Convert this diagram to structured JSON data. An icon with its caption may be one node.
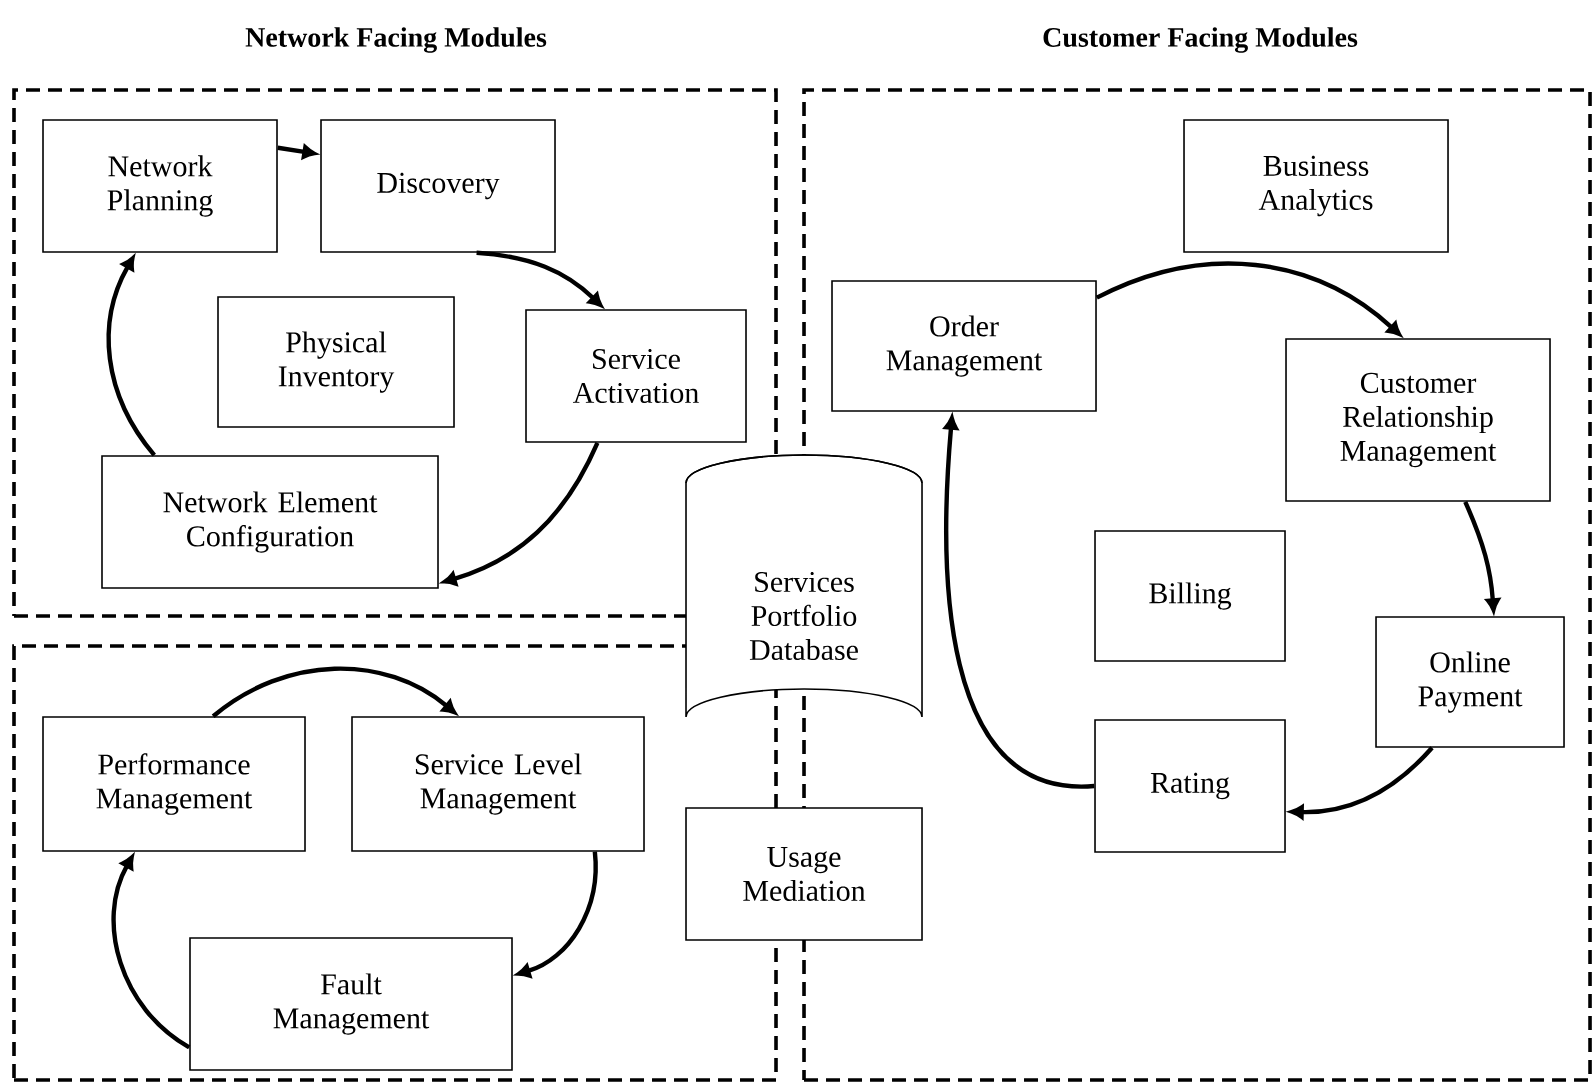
{
  "diagram": {
    "nodes": [
      {
        "text": [
          "Network Facing Modules"
        ]
      },
      {
        "text": [
          "Network Planning"
        ],
        "in": 0
      },
      {
        "text": [
          "Discovery"
        ],
        "in": 0
      },
      {
        "text": [
          "Physical Inventory"
        ],
        "in": 0
      },
      {
        "text": [
          "Service Activation"
        ],
        "in": 0
      },
      {
        "text": [
          "Network Element Configuration"
        ],
        "in": 0
      },
      {
        "text": [],
        "shape": "box"
      },
      {
        "text": [
          "Performance Management"
        ],
        "in": 6
      },
      {
        "text": [
          "Service Level Management"
        ],
        "in": 6
      },
      {
        "text": [
          "Fault Management"
        ],
        "in": 6
      },
      {
        "text": [
          "Services Portfolio Database"
        ]
      },
      {
        "text": [
          "Usage Mediation"
        ]
      },
      {
        "text": [
          "Customer Facing Modules"
        ]
      },
      {
        "text": [
          "Business Analytics"
        ],
        "in": 12
      },
      {
        "text": [
          "Order Management"
        ],
        "in": 12
      },
      {
        "text": [
          "Customer Relationship Management"
        ],
        "in": 12
      },
      {
        "text": [
          "Billing"
        ],
        "in": 12
      },
      {
        "text": [
          "Online Payment"
        ],
        "in": 12
      },
      {
        "text": [
          "Rating"
        ],
        "in": 12
      }
    ],
    "edges": [
      {
        "from": 1,
        "to": 2,
        "arrow": "to"
      },
      {
        "from": 2,
        "to": 4,
        "arrow": "to"
      },
      {
        "from": 4,
        "to": 5,
        "arrow": "to"
      },
      {
        "from": 5,
        "to": 1,
        "arrow": "to"
      },
      {
        "from": 7,
        "to": 8,
        "arrow": "to"
      },
      {
        "from": 8,
        "to": 9,
        "arrow": "to"
      },
      {
        "from": 9,
        "to": 7,
        "arrow": "to"
      },
      {
        "from": 14,
        "to": 15,
        "arrow": "to"
      },
      {
        "from": 15,
        "to": 17,
        "arrow": "to"
      },
      {
        "from": 17,
        "to": 18,
        "arrow": "to"
      },
      {
        "from": 18,
        "to": 14,
        "arrow": "to"
      }
    ]
  }
}
